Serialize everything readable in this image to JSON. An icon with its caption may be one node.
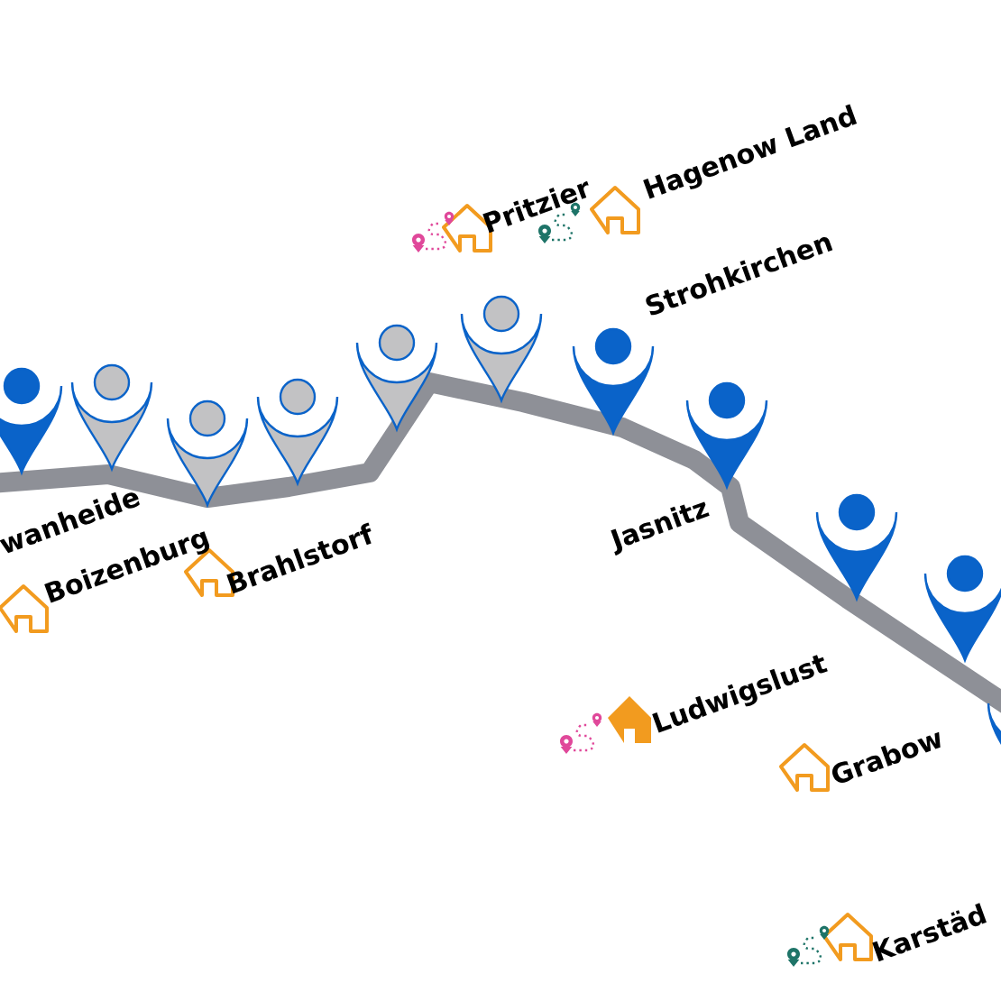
{
  "diagram": {
    "labels": [
      "Pritzier",
      "Hagenow Land",
      "Strohkirchen",
      "wanheide",
      "Boizenburg",
      "Brahlstorf",
      "Jasnitz",
      "Ludwigslust",
      "Grabow",
      "Karstäd"
    ]
  }
}
